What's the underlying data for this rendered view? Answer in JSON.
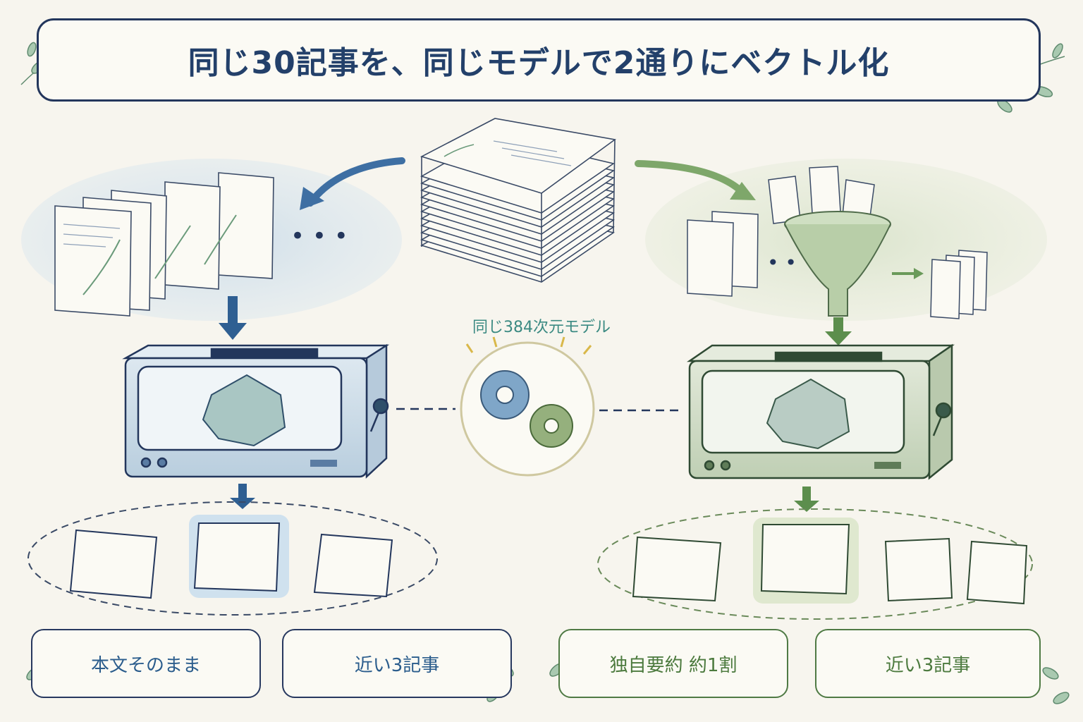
{
  "title": "同じ30記事を、同じモデルで2通りにベクトル化",
  "model_label": "同じ384次元モデル",
  "labels": {
    "left_1": "本文そのまま",
    "left_2": "近い3記事",
    "right_1": "独自要約 約1割",
    "right_2": "近い3記事"
  },
  "ellipsis": "…",
  "colors": {
    "navy": "#23365c",
    "blue_accent": "#2a5c8c",
    "green_accent": "#4f7a44",
    "teal": "#3b8a82",
    "background": "#f7f5ee"
  }
}
